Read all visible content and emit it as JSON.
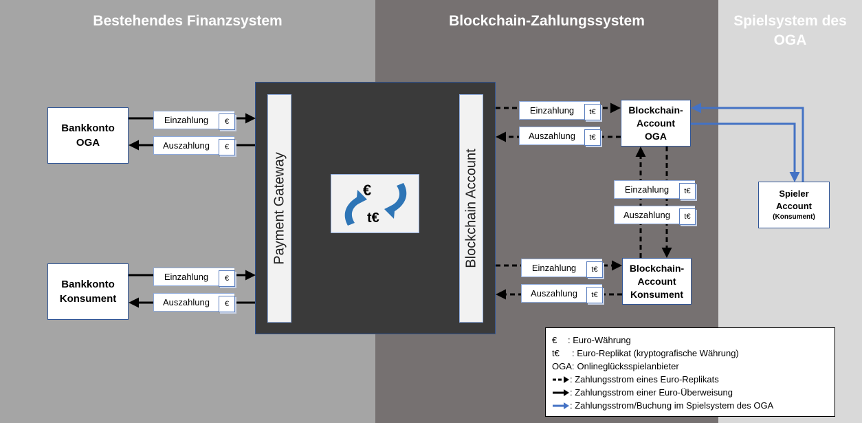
{
  "zones": {
    "left": {
      "title": "Bestehendes Finanzsystem",
      "color": "#a5a5a5"
    },
    "middle": {
      "title": "Blockchain-Zahlungssystem",
      "color": "#767171"
    },
    "right": {
      "title": "Spielsystem des OGA",
      "color": "#d9d9d9"
    }
  },
  "gateway_panel": {
    "color": "#3a3a3a",
    "border": "#2f5597"
  },
  "payment_gateway": {
    "label": "Payment Gateway"
  },
  "blockchain_account_bar": {
    "label": "Blockchain Account"
  },
  "exchange": {
    "top_symbol": "€",
    "bottom_symbol": "t€",
    "arrow_color": "#2e75b6"
  },
  "boxes": {
    "bank_oga": {
      "line1": "Bankkonto",
      "line2": "OGA"
    },
    "bank_konsument": {
      "line1": "Bankkonto",
      "line2": "Konsument"
    },
    "bc_oga": {
      "line1": "Blockchain-",
      "line2": "Account",
      "line3": "OGA"
    },
    "bc_konsument": {
      "line1": "Blockchain-",
      "line2": "Account",
      "line3": "Konsument"
    },
    "spieler": {
      "line1": "Spieler",
      "line2": "Account",
      "line3": "(Konsument)"
    }
  },
  "flows": {
    "bank_oga_in": {
      "label": "Einzahlung",
      "currency": "€"
    },
    "bank_oga_out": {
      "label": "Auszahlung",
      "currency": "€"
    },
    "bank_kons_in": {
      "label": "Einzahlung",
      "currency": "€"
    },
    "bank_kons_out": {
      "label": "Auszahlung",
      "currency": "€"
    },
    "bc_oga_in": {
      "label": "Einzahlung",
      "currency": "t€"
    },
    "bc_oga_out": {
      "label": "Auszahlung",
      "currency": "t€"
    },
    "bc_between_in": {
      "label": "Einzahlung",
      "currency": "t€"
    },
    "bc_between_out": {
      "label": "Auszahlung",
      "currency": "t€"
    },
    "bc_kons_in": {
      "label": "Einzahlung",
      "currency": "t€"
    },
    "bc_kons_out": {
      "label": "Auszahlung",
      "currency": "t€"
    }
  },
  "legend": {
    "row1": {
      "key": "€",
      "text": ": Euro-Währung"
    },
    "row2": {
      "key": "t€",
      "text": ": Euro-Replikat (kryptografische Währung)"
    },
    "row3": {
      "key": "OGA:",
      "text": "Onlineglücksspielanbieter"
    },
    "row4": {
      "text": ": Zahlungsstrom eines Euro-Replikats"
    },
    "row5": {
      "text": ": Zahlungsstrom einer Euro-Überweisung"
    },
    "row6": {
      "text": ": Zahlungsstrom/Buchung im Spielsystem des OGA"
    }
  },
  "colors": {
    "blue_flow": "#4472c4",
    "arrow": "#000000"
  }
}
